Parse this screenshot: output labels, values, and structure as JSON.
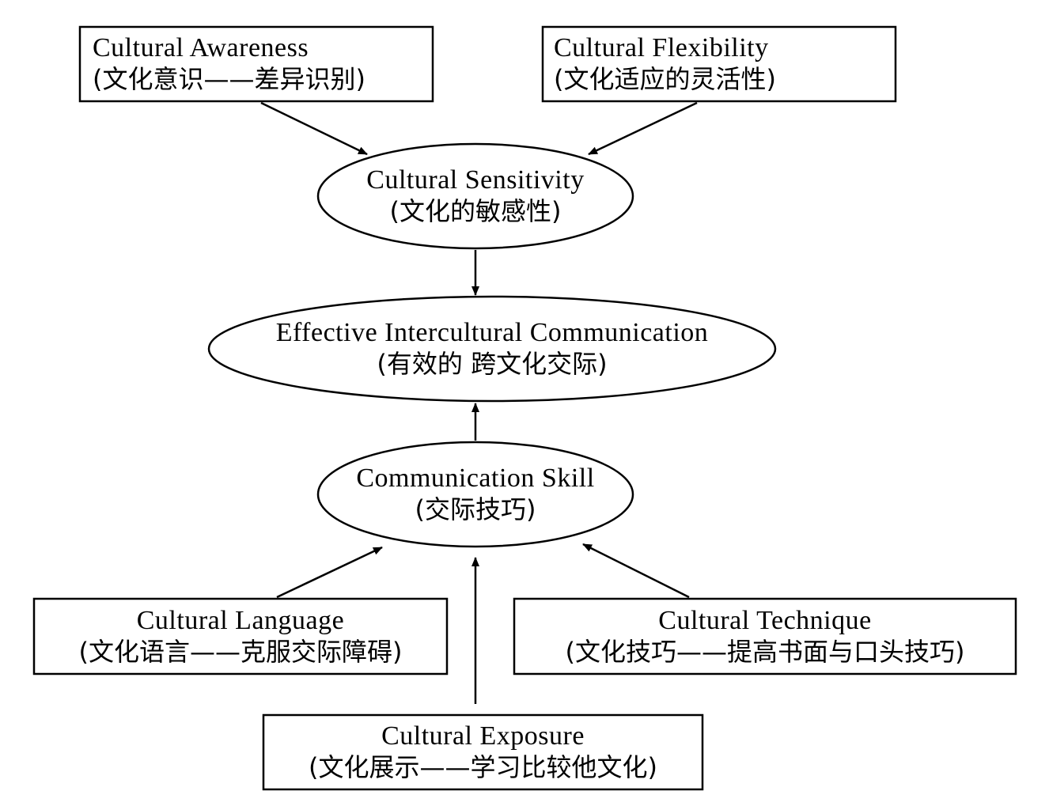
{
  "nodes": {
    "cultural_awareness": {
      "en": "Cultural Awareness",
      "zh": "(文化意识——差异识别)"
    },
    "cultural_flexibility": {
      "en": "Cultural Flexibility",
      "zh": "(文化适应的灵活性)"
    },
    "cultural_sensitivity": {
      "en": "Cultural Sensitivity",
      "zh": "(文化的敏感性)"
    },
    "effective_communication": {
      "en": "Effective Intercultural Communication",
      "zh": "(有效的 跨文化交际)"
    },
    "communication_skill": {
      "en": "Communication Skill",
      "zh": "(交际技巧)"
    },
    "cultural_language": {
      "en": "Cultural Language",
      "zh": "(文化语言——克服交际障碍)"
    },
    "cultural_technique": {
      "en": "Cultural Technique",
      "zh": "(文化技巧——提高书面与口头技巧)"
    },
    "cultural_exposure": {
      "en": "Cultural Exposure",
      "zh": "(文化展示——学习比较他文化)"
    }
  },
  "edges": [
    {
      "from": "cultural_awareness",
      "to": "cultural_sensitivity"
    },
    {
      "from": "cultural_flexibility",
      "to": "cultural_sensitivity"
    },
    {
      "from": "cultural_sensitivity",
      "to": "effective_communication"
    },
    {
      "from": "communication_skill",
      "to": "effective_communication"
    },
    {
      "from": "cultural_language",
      "to": "communication_skill"
    },
    {
      "from": "cultural_technique",
      "to": "communication_skill"
    },
    {
      "from": "cultural_exposure",
      "to": "communication_skill"
    }
  ],
  "colors": {
    "stroke": "#000000",
    "fill": "#ffffff",
    "text": "#000000"
  }
}
